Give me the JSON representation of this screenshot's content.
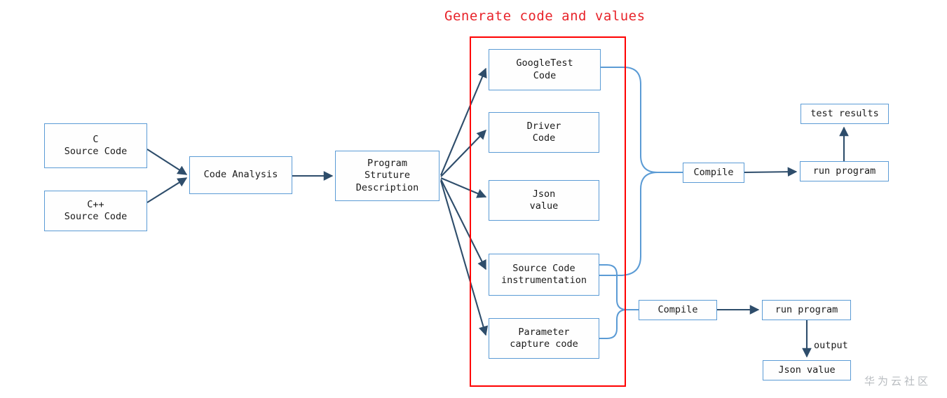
{
  "diagram": {
    "title": "Generate code and values",
    "title_color": "#e8232a",
    "box_border_color": "#5b9bd5",
    "arrow_color": "#2e4d6b",
    "group_border_color": "#ff0000",
    "watermark": "华为云社区"
  },
  "nodes": {
    "c_source": {
      "label": "C\nSource Code"
    },
    "cpp_source": {
      "label": "C++\nSource Code"
    },
    "code_analysis": {
      "label": "Code Analysis"
    },
    "program_structure": {
      "label": "Program\nStruture\nDescription"
    },
    "googletest_code": {
      "label": "GoogleTest\nCode"
    },
    "driver_code": {
      "label": "Driver\nCode"
    },
    "json_value_mid": {
      "label": "Json\nvalue"
    },
    "source_code_instrumentation": {
      "label": "Source Code\ninstrumentation"
    },
    "parameter_capture_code": {
      "label": "Parameter\ncapture code"
    },
    "compile_top": {
      "label": "Compile"
    },
    "run_program_top": {
      "label": "run program"
    },
    "test_results": {
      "label": "test results"
    },
    "compile_bottom": {
      "label": "Compile"
    },
    "run_program_bottom": {
      "label": "run program"
    },
    "json_value_out": {
      "label": "Json value"
    }
  },
  "edge_labels": {
    "output": "output"
  }
}
